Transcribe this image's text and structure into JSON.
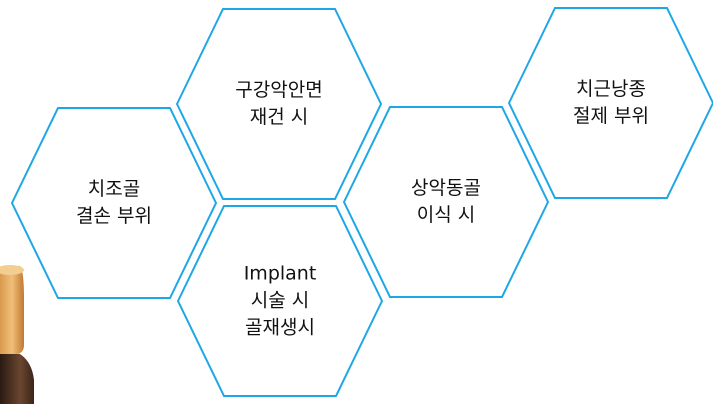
{
  "colors": {
    "hex_stroke": "#1ea7e6",
    "hex_fill": "#ffffff",
    "text": "#111111"
  },
  "hexagons": [
    {
      "id": "alveolar-defect",
      "lines": [
        "치조골",
        "결손 부위"
      ]
    },
    {
      "id": "oral-facial-reconstruction",
      "lines": [
        "구강악안면",
        "재건 시"
      ]
    },
    {
      "id": "implant-grafting",
      "lines": [
        "Implant",
        "시술 시",
        "골재생시"
      ]
    },
    {
      "id": "maxillary-bone-transplant",
      "lines": [
        "상악동골",
        "이식 시"
      ]
    },
    {
      "id": "cyst-excision",
      "lines": [
        "치근낭종",
        "절제 부위"
      ]
    }
  ],
  "decoration": {
    "product_image": "bone-graft-bottle"
  }
}
